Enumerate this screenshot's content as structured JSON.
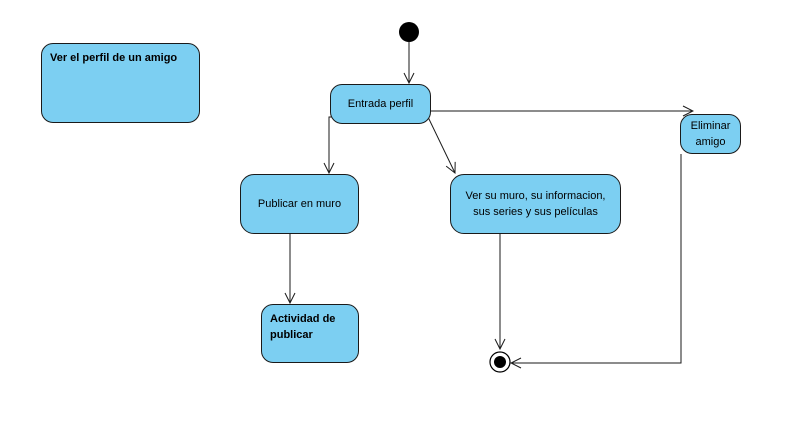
{
  "diagram": {
    "frame": {
      "title": "Ver el perfil de un amigo"
    },
    "nodes": {
      "entrada": "Entrada perfil",
      "eliminar": "Eliminar\namigo",
      "publicar": "Publicar en muro",
      "ver": "Ver su muro, su informacion,\nsus series y sus películas",
      "actividad": "Actividad de\npublicar"
    },
    "colors": {
      "node_fill": "#7ccff2",
      "node_border": "#1a1a1a",
      "edge": "#1a1a1a",
      "background": "#ffffff"
    }
  }
}
